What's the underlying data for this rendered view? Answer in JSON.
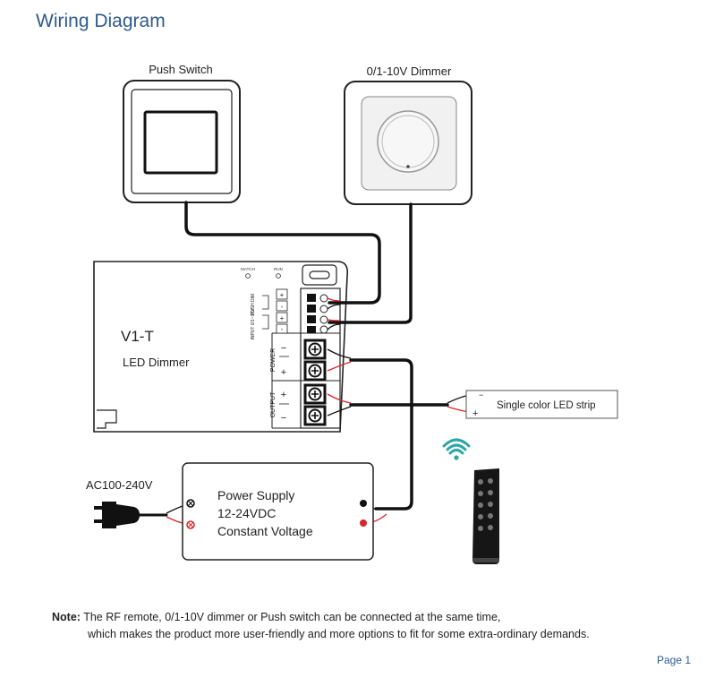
{
  "title": "Wiring Diagram",
  "devices": {
    "push_switch": {
      "label": "Push Switch"
    },
    "dimmer_0_10v": {
      "label": "0/1-10V Dimmer"
    },
    "controller": {
      "model": "V1-T",
      "subtitle": "LED Dimmer",
      "match_label": "MATCH",
      "run_label": "RUN",
      "push_dim_label": "PUSH DIM",
      "input_label": "INPUT 0/1~10V",
      "power_label": "POWER",
      "output_label": "OUTPUT",
      "terminal_signs": [
        "+",
        "-",
        "+",
        "-"
      ],
      "power_signs": [
        "−",
        "+"
      ],
      "output_signs": [
        "+",
        "−"
      ]
    },
    "led_strip": {
      "label": "Single color LED strip",
      "minus": "−",
      "plus": "+"
    },
    "ac_input": {
      "label": "AC100-240V"
    },
    "power_supply": {
      "line1": "Power Supply",
      "line2": "12-24VDC",
      "line3": "Constant Voltage"
    }
  },
  "note": {
    "prefix": "Note:",
    "line1": " The RF remote, 0/1-10V dimmer or Push switch can be connected at the same time,",
    "line2": "which makes the product more user-friendly and more options to fit for some extra-ordinary demands."
  },
  "page": "Page 1",
  "colors": {
    "title": "#2f5a8f",
    "wire_black": "#111111",
    "wire_red": "#d8262c",
    "wifi": "#2aa6a6"
  },
  "icons": [
    "wifi-icon",
    "rf-remote-icon",
    "ac-plug-icon"
  ]
}
